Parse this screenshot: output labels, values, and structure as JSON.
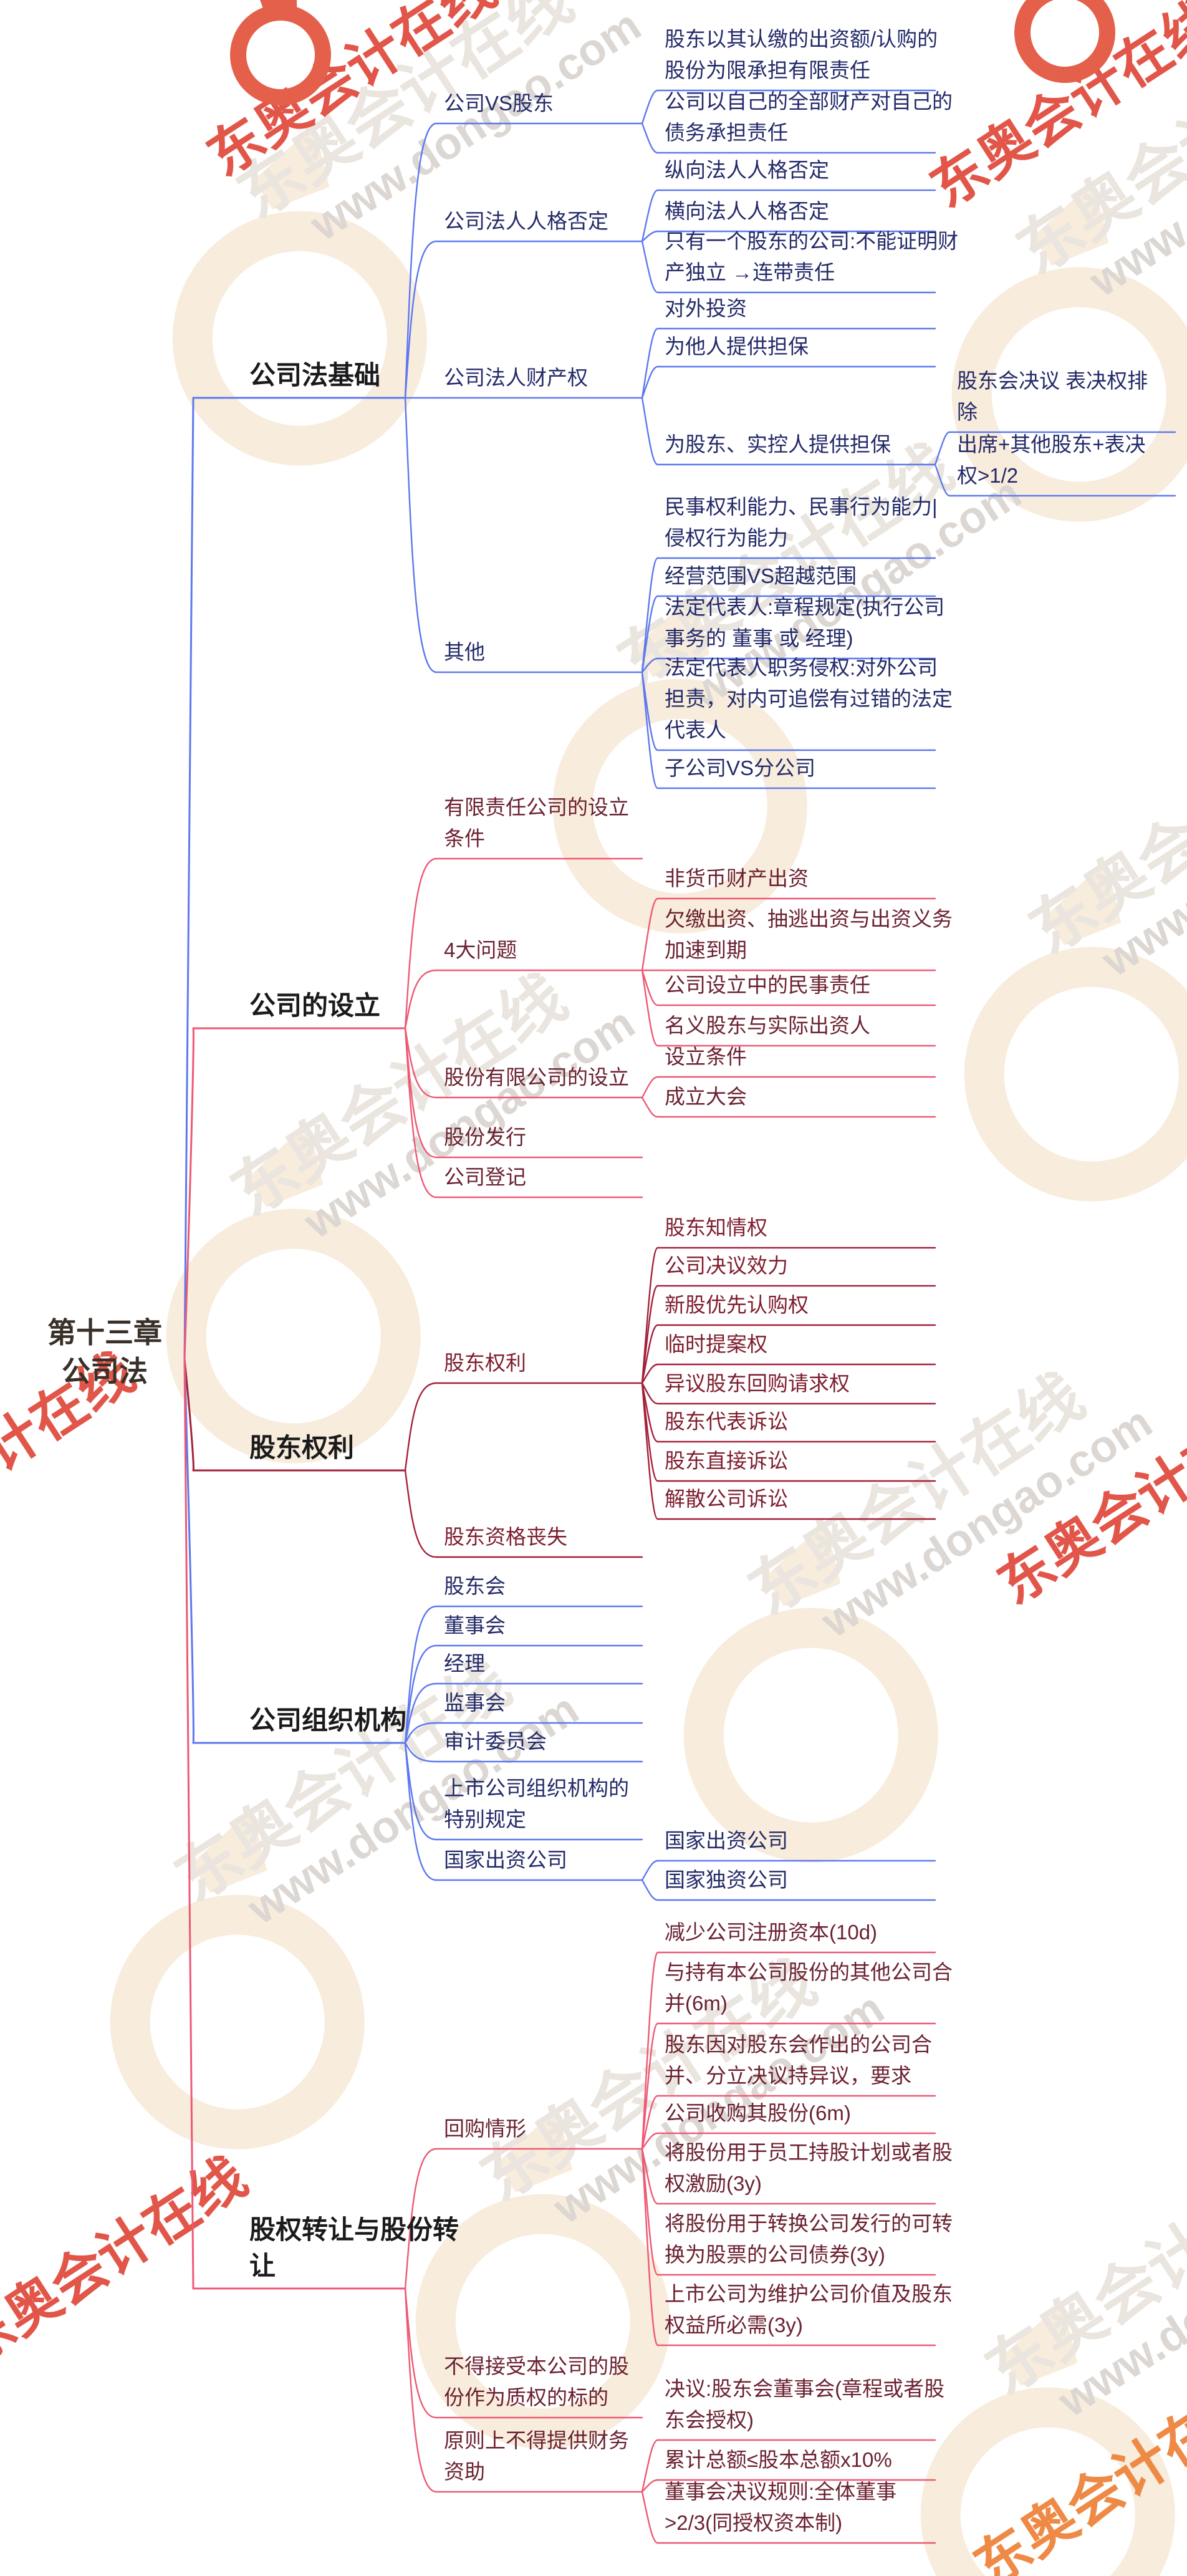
{
  "root": {
    "label": "第十三章 公司法"
  },
  "watermark": {
    "brand": "东奥会计在线",
    "url": "www.dongao.com"
  },
  "colors": {
    "blue_line": "#5c78ef",
    "blue_text": "#232a68",
    "pink_line": "#ee5873",
    "pink_text": "#6b2130",
    "crimson_line": "#a42039",
    "crimson_text": "#7f1d2d",
    "level1_text": "#1a1a1c",
    "root_text": "#393029"
  },
  "branches": [
    {
      "id": "b1",
      "label": "公司法基础",
      "palette": "blue",
      "children": [
        {
          "id": "b1c1",
          "label": "公司VS股东",
          "children": [
            {
              "id": "b1c1a",
              "label": "股东以其认缴的出资额/认购的股份为限承担有限责任",
              "children": []
            },
            {
              "id": "b1c1b",
              "label": "公司以自己的全部财产对自己的债务承担责任",
              "children": []
            }
          ]
        },
        {
          "id": "b1c2",
          "label": "公司法人人格否定",
          "children": [
            {
              "id": "b1c2a",
              "label": "纵向法人人格否定",
              "children": []
            },
            {
              "id": "b1c2b",
              "label": "横向法人人格否定",
              "children": []
            },
            {
              "id": "b1c2c",
              "label": "只有一个股东的公司:不能证明财产独立 →连带责任",
              "children": []
            }
          ]
        },
        {
          "id": "b1c3",
          "label": "公司法人财产权",
          "children": [
            {
              "id": "b1c3a",
              "label": "对外投资",
              "children": []
            },
            {
              "id": "b1c3b",
              "label": "为他人提供担保",
              "children": []
            },
            {
              "id": "b1c3c",
              "label": "为股东、实控人提供担保",
              "children": [
                {
                  "id": "b1c3c1",
                  "label": "股东会决议 表决权排除",
                  "children": []
                },
                {
                  "id": "b1c3c2",
                  "label": "出席+其他股东+表决权>1/2",
                  "children": []
                }
              ]
            }
          ]
        },
        {
          "id": "b1c4",
          "label": "其他",
          "children": [
            {
              "id": "b1c4a",
              "label": "民事权利能力、民事行为能力|侵权行为能力",
              "children": []
            },
            {
              "id": "b1c4b",
              "label": "经营范围VS超越范围",
              "children": []
            },
            {
              "id": "b1c4c",
              "label": "法定代表人:章程规定(执行公司事务的 董事 或 经理)",
              "children": []
            },
            {
              "id": "b1c4d",
              "label": "法定代表人职务侵权:对外公司担责，对内可追偿有过错的法定代表人",
              "children": []
            },
            {
              "id": "b1c4e",
              "label": "子公司VS分公司",
              "children": []
            }
          ]
        }
      ]
    },
    {
      "id": "b2",
      "label": "公司的设立",
      "palette": "pink",
      "children": [
        {
          "id": "b2c1",
          "label": "有限责任公司的设立条件",
          "children": []
        },
        {
          "id": "b2c2",
          "label": "4大问题",
          "children": [
            {
              "id": "b2c2a",
              "label": "非货币财产出资",
              "children": []
            },
            {
              "id": "b2c2b",
              "label": "欠缴出资、抽逃出资与出资义务加速到期",
              "children": []
            },
            {
              "id": "b2c2c",
              "label": "公司设立中的民事责任",
              "children": []
            },
            {
              "id": "b2c2d",
              "label": "名义股东与实际出资人",
              "children": []
            }
          ]
        },
        {
          "id": "b2c3",
          "label": "股份有限公司的设立",
          "children": [
            {
              "id": "b2c3a",
              "label": "设立条件",
              "children": []
            },
            {
              "id": "b2c3b",
              "label": "成立大会",
              "children": []
            }
          ]
        },
        {
          "id": "b2c4",
          "label": "股份发行",
          "children": []
        },
        {
          "id": "b2c5",
          "label": "公司登记",
          "children": []
        }
      ]
    },
    {
      "id": "b3",
      "label": "股东权利",
      "palette": "crimson",
      "children": [
        {
          "id": "b3c1",
          "label": "股东权利",
          "children": [
            {
              "id": "b3c1a",
              "label": "股东知情权",
              "children": []
            },
            {
              "id": "b3c1b",
              "label": "公司决议效力",
              "children": []
            },
            {
              "id": "b3c1c",
              "label": "新股优先认购权",
              "children": []
            },
            {
              "id": "b3c1d",
              "label": "临时提案权",
              "children": []
            },
            {
              "id": "b3c1e",
              "label": "异议股东回购请求权",
              "children": []
            },
            {
              "id": "b3c1f",
              "label": "股东代表诉讼",
              "children": []
            },
            {
              "id": "b3c1g",
              "label": "股东直接诉讼",
              "children": []
            },
            {
              "id": "b3c1h",
              "label": "解散公司诉讼",
              "children": []
            }
          ]
        },
        {
          "id": "b3c2",
          "label": "股东资格丧失",
          "children": []
        }
      ]
    },
    {
      "id": "b4",
      "label": "公司组织机构",
      "palette": "blue",
      "children": [
        {
          "id": "b4c1",
          "label": "股东会",
          "children": []
        },
        {
          "id": "b4c2",
          "label": "董事会",
          "children": []
        },
        {
          "id": "b4c3",
          "label": "经理",
          "children": []
        },
        {
          "id": "b4c4",
          "label": "监事会",
          "children": []
        },
        {
          "id": "b4c5",
          "label": "审计委员会",
          "children": []
        },
        {
          "id": "b4c6",
          "label": "上市公司组织机构的特别规定",
          "children": []
        },
        {
          "id": "b4c7",
          "label": "国家出资公司",
          "children": [
            {
              "id": "b4c7a",
              "label": "国家出资公司",
              "children": []
            },
            {
              "id": "b4c7b",
              "label": "国家独资公司",
              "children": []
            }
          ]
        }
      ]
    },
    {
      "id": "b5",
      "label": "股权转让与股份转让",
      "palette": "pink",
      "children": [
        {
          "id": "b5c1",
          "label": "回购情形",
          "children": [
            {
              "id": "b5c1a",
              "label": "减少公司注册资本(10d)",
              "children": []
            },
            {
              "id": "b5c1b",
              "label": "与持有本公司股份的其他公司合并(6m)",
              "children": []
            },
            {
              "id": "b5c1c",
              "label": "股东因对股东会作出的公司合并、分立决议持异议，要求",
              "children": []
            },
            {
              "id": "b5c1d",
              "label": "公司收购其股份(6m)",
              "children": []
            },
            {
              "id": "b5c1e",
              "label": "将股份用于员工持股计划或者股权激励(3y)",
              "children": []
            },
            {
              "id": "b5c1f",
              "label": "将股份用于转换公司发行的可转换为股票的公司债券(3y)",
              "children": []
            },
            {
              "id": "b5c1g",
              "label": "上市公司为维护公司价值及股东权益所必需(3y)",
              "children": []
            }
          ]
        },
        {
          "id": "b5c2",
          "label": "不得接受本公司的股份作为质权的标的",
          "children": []
        },
        {
          "id": "b5c3",
          "label": "原则上不得提供财务资助",
          "children": [
            {
              "id": "b5c3a",
              "label": "决议:股东会董事会(章程或者股东会授权)",
              "children": []
            },
            {
              "id": "b5c3b",
              "label": "累计总额≤股本总额x10%",
              "children": []
            },
            {
              "id": "b5c3c",
              "label": "董事会决议规则:全体董事>2/3(同授权资本制)",
              "children": []
            }
          ]
        }
      ]
    }
  ]
}
